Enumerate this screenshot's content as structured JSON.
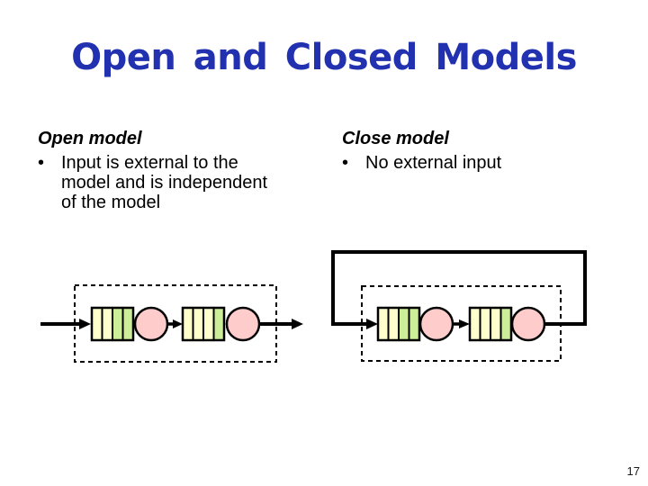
{
  "title": "Open and Closed Models",
  "page_number": "17",
  "columns": {
    "left": {
      "heading": "Open model",
      "bullet_marker": "•",
      "bullet_text": "Input is external to the\nmodel and is independent\nof the model"
    },
    "right": {
      "heading": "Close model",
      "bullet_marker": "•",
      "bullet_text": "No external input"
    }
  },
  "colors": {
    "title_blue": "#2231B0",
    "body_text": "#000000",
    "outline_black": "#000000",
    "queue_yellow": "#FFFFCC",
    "queue_green": "#CCEE99",
    "server_pink": "#FFCCCC",
    "background": "#FFFFFF"
  },
  "diagrams": {
    "open": {
      "label": "open queueing network: external input arrow, two queue+server stages inside dashed boundary, external output arrow",
      "queues": [
        {
          "cells": [
            "#FFFFCC",
            "#FFFFCC",
            "#CCEE99",
            "#CCEE99"
          ]
        },
        {
          "cells": [
            "#FFFFCC",
            "#FFFFCC",
            "#FFFFCC",
            "#CCEE99"
          ]
        }
      ]
    },
    "closed": {
      "label": "closed queueing network: two queue+server stages inside dashed boundary with solid feedback loop from output back to input",
      "queues": [
        {
          "cells": [
            "#FFFFCC",
            "#FFFFCC",
            "#CCEE99",
            "#CCEE99"
          ]
        },
        {
          "cells": [
            "#FFFFCC",
            "#FFFFCC",
            "#FFFFCC",
            "#CCEE99"
          ]
        }
      ]
    }
  }
}
